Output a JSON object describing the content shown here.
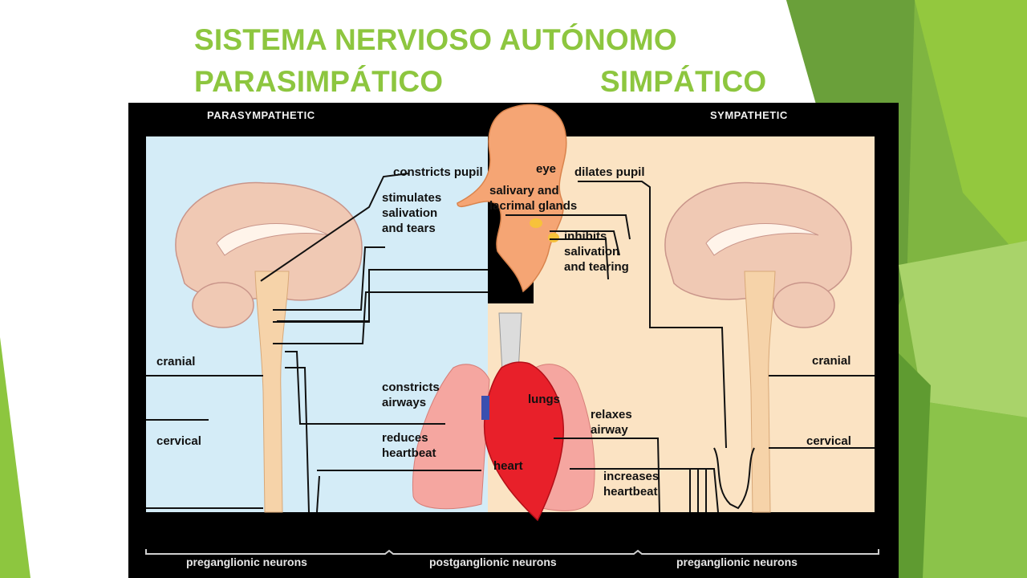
{
  "slide": {
    "title_line1": "SISTEMA NERVIOSO AUTÓNOMO",
    "title_line2_left": "PARASIMPÁTICO",
    "title_line2_right": "SIMPÁTICO"
  },
  "diagram": {
    "header_left": "PARASYMPATHETIC",
    "header_right": "SYMPATHETIC",
    "labels": {
      "constricts_pupil": "constricts pupil",
      "eye": "eye",
      "dilates_pupil": "dilates pupil",
      "stimulates_salivation": [
        "stimulates",
        "salivation",
        "and tears"
      ],
      "salivary_glands": [
        "salivary and",
        "lacrimal glands"
      ],
      "inhibits_salivation": [
        "inhibits",
        "salivation",
        "and tearing"
      ],
      "cranial_left": "cranial",
      "cranial_right": "cranial",
      "cervical_left": "cervical",
      "cervical_right": "cervical",
      "constricts_airways": [
        "constricts",
        "airways"
      ],
      "lungs": "lungs",
      "relaxes_airway": [
        "relaxes",
        "airway"
      ],
      "reduces_heartbeat": [
        "reduces",
        "heartbeat"
      ],
      "heart": "heart",
      "increases_heartbeat": [
        "increases",
        "heartbeat"
      ]
    },
    "footer": {
      "left": "preganglionic neurons",
      "middle": "postganglionic neurons",
      "right": "preganglionic neurons"
    },
    "colors": {
      "parasympathetic_bg": "#d4ecf7",
      "sympathetic_bg": "#fbe3c3",
      "brain": "#f0c9b4",
      "spinal_cord": "#f6d3a9",
      "lungs": "#f5a6a0",
      "heart": "#e8202a",
      "head": "#f5a574",
      "title_green": "#8dc63f"
    }
  }
}
